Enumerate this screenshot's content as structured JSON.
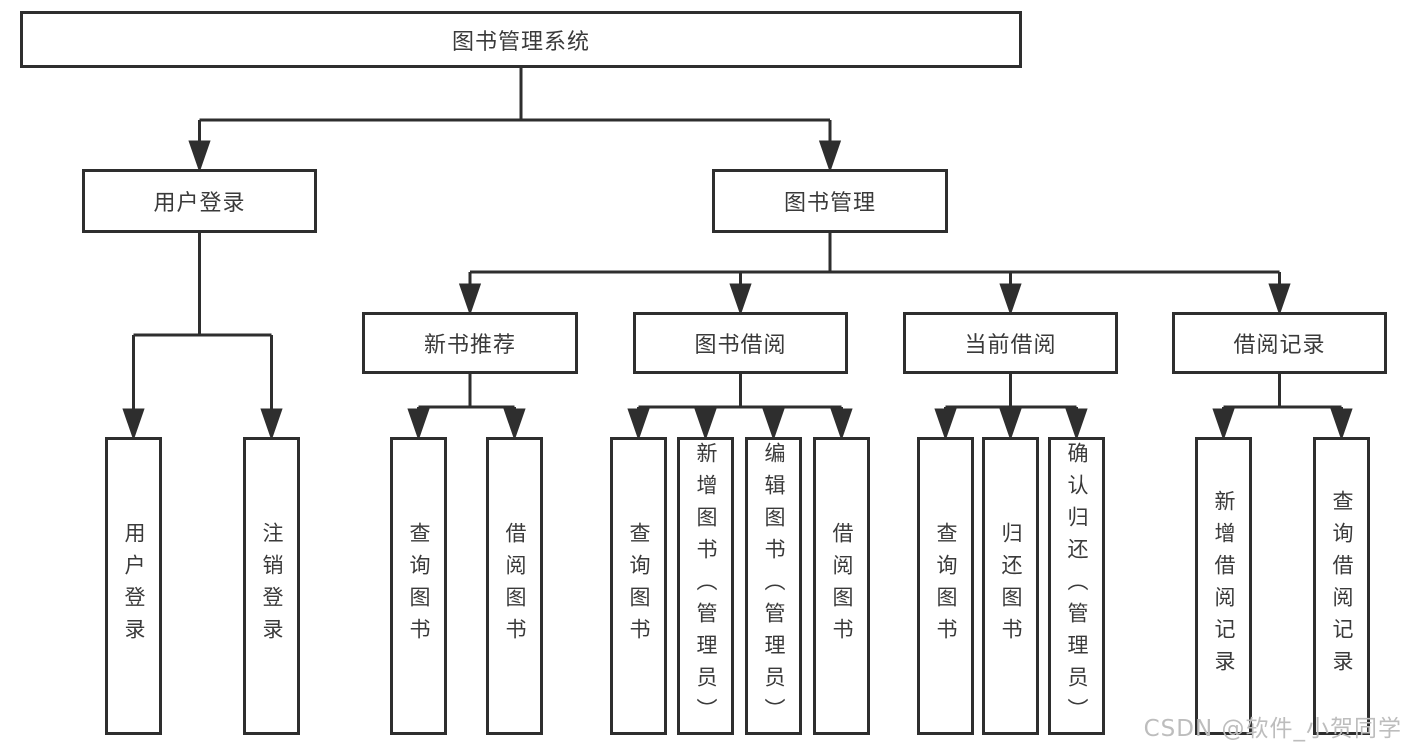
{
  "root": {
    "label": "图书管理系统"
  },
  "level2": [
    {
      "id": "user_login",
      "label": "用户登录"
    },
    {
      "id": "book_management",
      "label": "图书管理"
    }
  ],
  "level3": [
    {
      "id": "new_book_recommend",
      "label": "新书推荐"
    },
    {
      "id": "book_borrowing",
      "label": "图书借阅"
    },
    {
      "id": "current_borrowing",
      "label": "当前借阅"
    },
    {
      "id": "borrowing_records",
      "label": "借阅记录"
    }
  ],
  "leaves": {
    "user_login": [
      {
        "label": "用户登录"
      },
      {
        "label": "注销登录"
      }
    ],
    "new_book_recommend": [
      {
        "label": "查询图书"
      },
      {
        "label": "借阅图书"
      }
    ],
    "book_borrowing": [
      {
        "label": "查询图书"
      },
      {
        "label": "新增图书（管理员）"
      },
      {
        "label": "编辑图书（管理员）"
      },
      {
        "label": "借阅图书"
      }
    ],
    "current_borrowing": [
      {
        "label": "查询图书"
      },
      {
        "label": "归还图书"
      },
      {
        "label": "确认归还（管理员）"
      }
    ],
    "borrowing_records": [
      {
        "label": "新增借阅记录"
      },
      {
        "label": "查询借阅记录"
      }
    ]
  },
  "watermark": {
    "text": "CSDN @软件_小贺同学"
  },
  "colors": {
    "line": "#2e2e2e",
    "text": "#3a3a3a",
    "watermark": "#bdbdbd",
    "background": "#ffffff"
  }
}
